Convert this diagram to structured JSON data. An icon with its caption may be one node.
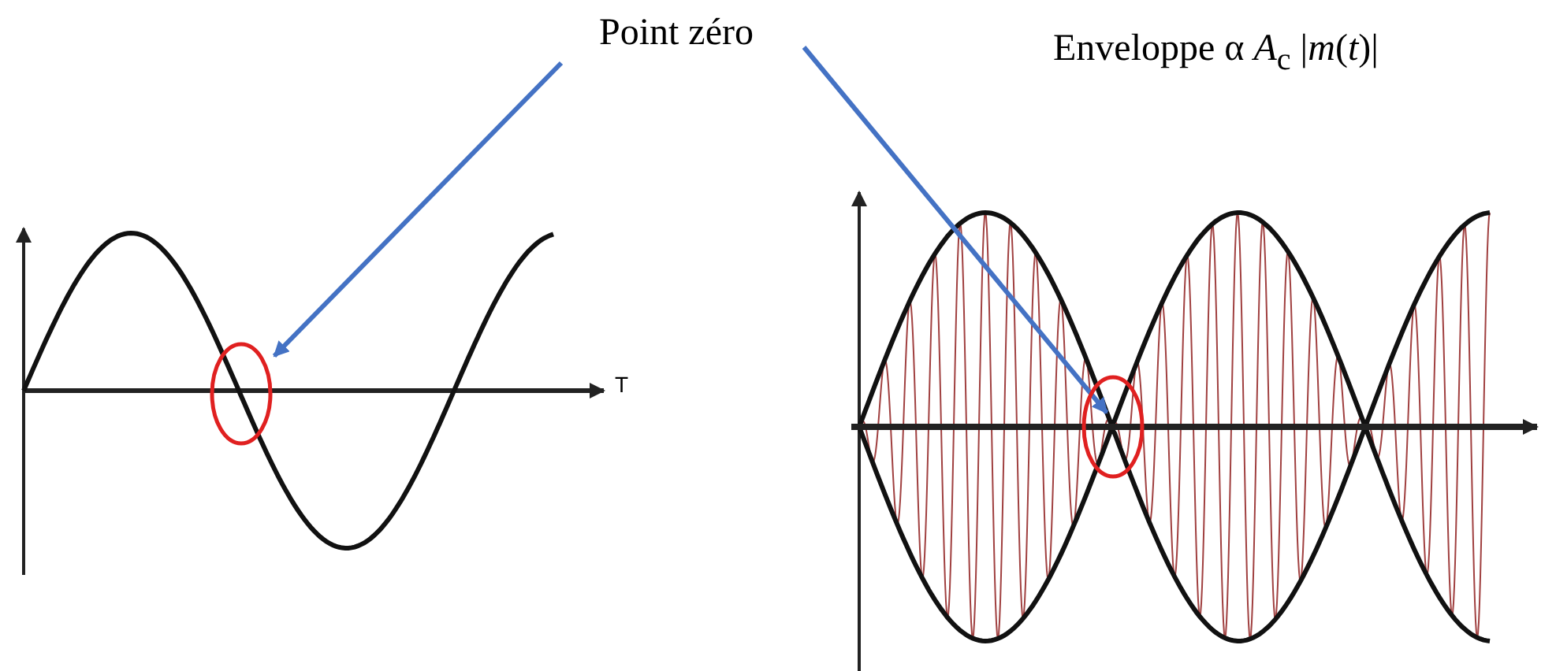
{
  "diagram": {
    "nodes": [
      {
        "text": [
          "Point zéro"
        ]
      },
      {
        "text": [],
        "shape": "circle"
      },
      {
        "text": [],
        "shape": "circle"
      }
    ],
    "edges": [
      {
        "from": 0,
        "to": 1,
        "arrow": "to"
      },
      {
        "from": 0,
        "to": 2,
        "arrow": "to"
      }
    ],
    "labels": [
      "Enveloppe α *A*$_{c}$ |*m*(*t*)|",
      "T"
    ]
  }
}
